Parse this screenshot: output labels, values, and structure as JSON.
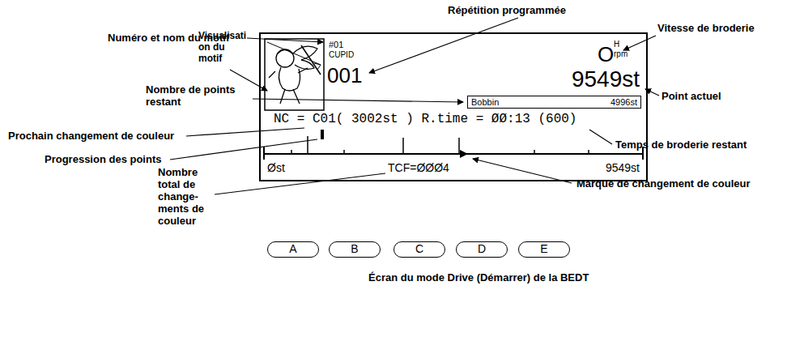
{
  "diagram": {
    "caption": "Écran du mode Drive (Démarrer) de la BEDT",
    "nodes": [
      {
        "text": [
          "#01",
          "CUPID",
          "001",
          "O",
          "H",
          "rpm",
          "9549st",
          "NC = C01( 3002st ) R.time = ØØ:13 (600)",
          "Øst",
          "TCF=ØØØ4",
          "9549st"
        ]
      },
      {
        "text": [
          "Bobbin",
          "4996st"
        ],
        "in": 0
      },
      {
        "text": [
          "A"
        ]
      },
      {
        "text": [
          "B"
        ]
      },
      {
        "text": [
          "C"
        ]
      },
      {
        "text": [
          "D"
        ]
      },
      {
        "text": [
          "E"
        ]
      }
    ],
    "labels": [
      "Numéro et nom du motif",
      "Répétition programmée",
      "Vitesse de broderie",
      "Visualisati on du motif",
      "Nombre de points restant",
      "Point actuel",
      "Prochain changement de couleur",
      "Temps de broderie restant",
      "Progression des points",
      "Nombre total de change- ments de couleur",
      "Marque de changement de couleur"
    ]
  }
}
